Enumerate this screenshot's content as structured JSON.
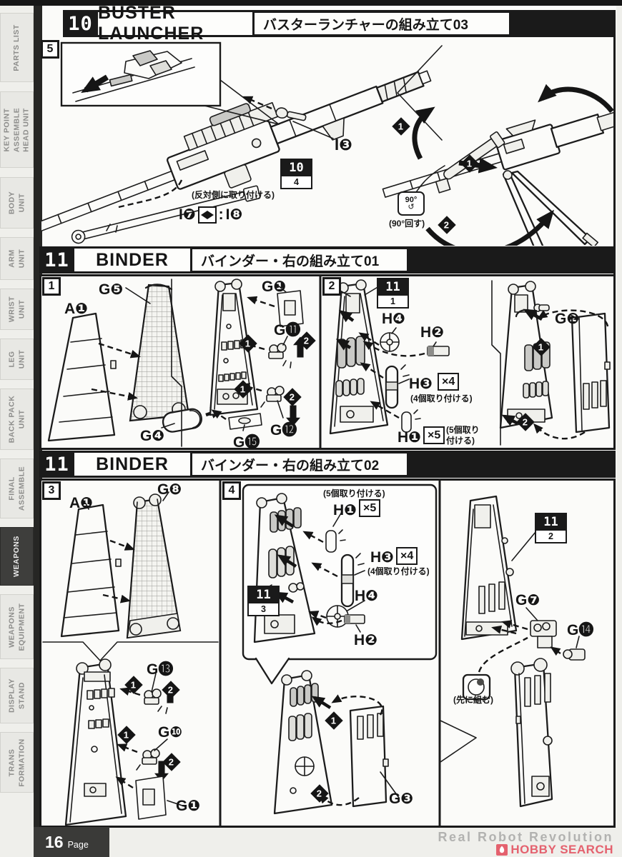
{
  "sidebar": {
    "items": [
      {
        "id": "parts-list",
        "label": "PARTS LIST",
        "active": false
      },
      {
        "id": "key-point-assemble-head-unit",
        "label": "KEY POINT\nASSEMBLE\nHEAD UNIT",
        "active": false
      },
      {
        "id": "body-unit",
        "label": "BODY\nUNIT",
        "active": false
      },
      {
        "id": "arm-unit",
        "label": "ARM\nUNIT",
        "active": false
      },
      {
        "id": "wrist-unit",
        "label": "WRIST\nUNIT",
        "active": false
      },
      {
        "id": "leg-unit",
        "label": "LEG\nUNIT",
        "active": false
      },
      {
        "id": "back-pack-unit",
        "label": "BACK PACK\nUNIT",
        "active": false
      },
      {
        "id": "final-assemble",
        "label": "FINAL\nASSEMBLE",
        "active": false
      },
      {
        "id": "weapons",
        "label": "WEAPONS",
        "active": true
      },
      {
        "id": "weapons-equipment",
        "label": "WEAPONS\nEQUIPMENT",
        "active": false
      },
      {
        "id": "display-stand",
        "label": "DISPLAY\nSTAND",
        "active": false
      },
      {
        "id": "trans-formation",
        "label": "TRANS\nFORMATION",
        "active": false
      }
    ]
  },
  "sections": {
    "s10": {
      "number": "10",
      "name": "BUSTER LAUNCHER",
      "subtitle": "バスターランチャーの組み立て03"
    },
    "s11a": {
      "number": "11",
      "name": "BINDER",
      "subtitle": "バインダー・右の組み立て01"
    },
    "s11b": {
      "number": "11",
      "name": "BINDER",
      "subtitle": "バインダー・右の組み立て02"
    }
  },
  "s10": {
    "step": "5",
    "labels": {
      "i3": "I❸",
      "mirror_left": "I❼",
      "mirror_colon": ":",
      "mirror_right": "I❽"
    },
    "ref": {
      "num": "10",
      "sub": "4"
    },
    "notes": {
      "opposite": "(反対側に取り付ける)",
      "rotate_badge": "90°",
      "rotate": "(90°回す)"
    },
    "seq": [
      "1",
      "1",
      "2"
    ]
  },
  "s11a": {
    "step1": {
      "num": "1",
      "labels": {
        "a1": "A❶",
        "g5": "G❺",
        "g4": "G❹",
        "g1": "G❶",
        "g11": "G⓫",
        "g12": "G⓬",
        "g15": "G⓯"
      },
      "seq": [
        "1",
        "2",
        "1",
        "2"
      ]
    },
    "step2": {
      "num": "2",
      "ref": {
        "num": "11",
        "sub": "1"
      },
      "labels": {
        "h4": "H❹",
        "h2": "H❷",
        "h3": "H❸",
        "h1": "H❶",
        "g2": "G❷"
      },
      "counts": {
        "h3": "×4",
        "h1": "×5"
      },
      "notes": {
        "h3": "(4個取り付ける)",
        "h1": "(5個取り\n付ける)"
      },
      "seq": [
        "1",
        "2"
      ]
    }
  },
  "s11b": {
    "step3": {
      "num": "3",
      "labels": {
        "a1": "A❶",
        "g8": "G❽",
        "g13": "G⓭",
        "g10": "G❿",
        "g1": "G❶"
      },
      "seq": [
        "1",
        "2",
        "1",
        "2"
      ]
    },
    "step4": {
      "num": "4",
      "ref": {
        "num": "11",
        "sub": "3"
      },
      "labels": {
        "h1": "H❶",
        "h3": "H❸",
        "h4": "H❹",
        "h2": "H❷",
        "g3": "G❸"
      },
      "counts": {
        "h1": "×5",
        "h3": "×4"
      },
      "notes": {
        "h1": "(5個取り付ける)",
        "h3": "(4個取り付ける)"
      },
      "seq": [
        "1",
        "2"
      ]
    },
    "right": {
      "ref": {
        "num": "11",
        "sub": "2"
      },
      "labels": {
        "g7": "G❼",
        "g14": "G⓮"
      },
      "note_first": "(先に組む)"
    }
  },
  "footer": {
    "page_number": "16",
    "page_label": "Page",
    "brand": "Real Robot Revolution",
    "logo_text": "HOBBY SEARCH"
  },
  "colors": {
    "ink": "#1a1a1a",
    "paper": "#fbfbf9",
    "active_tab": "#3e3e3c",
    "logo_red": "#e4616e",
    "brand_gray": "#b2b2b0"
  }
}
